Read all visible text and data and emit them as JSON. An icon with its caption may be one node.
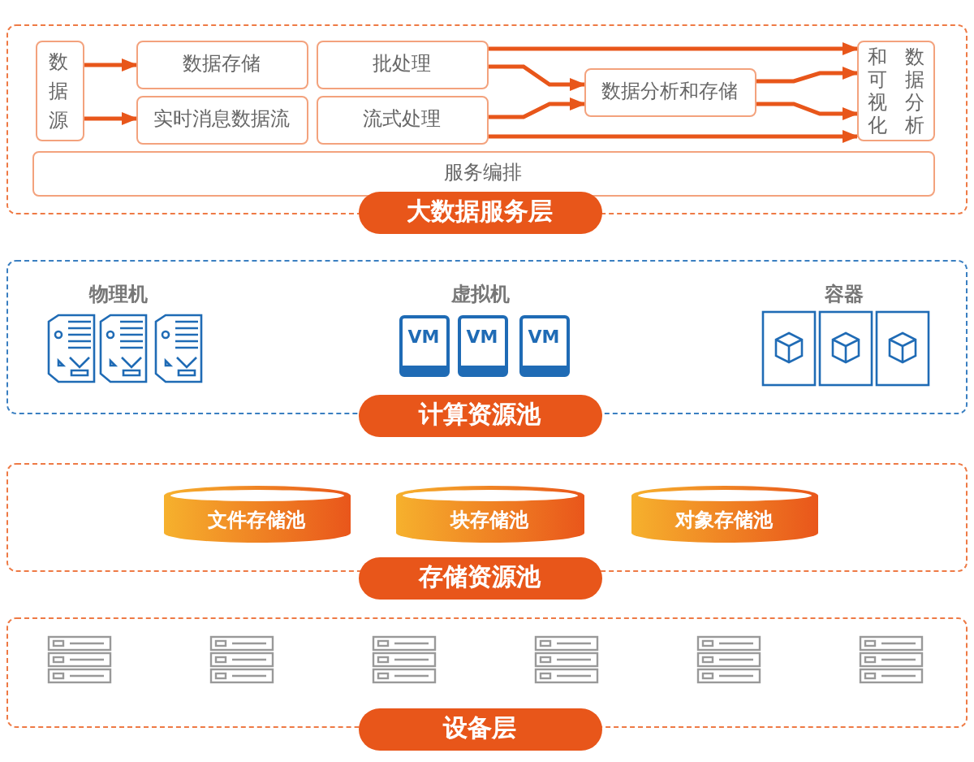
{
  "diagram": {
    "nodes": [
      {
        "text": [
          "大数据服务层"
        ]
      },
      {
        "text": [
          "数据源"
        ],
        "in": 0
      },
      {
        "text": [
          "数据存储"
        ],
        "in": 0
      },
      {
        "text": [
          "批处理"
        ],
        "in": 0
      },
      {
        "text": [
          "实时消息数据流"
        ],
        "in": 0
      },
      {
        "text": [
          "流式处理"
        ],
        "in": 0
      },
      {
        "text": [
          "数据分析和存储"
        ],
        "in": 0
      },
      {
        "text": [
          "数据分析和可视化"
        ],
        "in": 0
      },
      {
        "text": [
          "服务编排"
        ],
        "in": 0
      },
      {
        "text": [
          "计算资源池"
        ]
      },
      {
        "text": [
          "VM"
        ],
        "in": 9
      },
      {
        "text": [
          "VM"
        ],
        "in": 9
      },
      {
        "text": [
          "VM"
        ],
        "in": 9
      },
      {
        "text": [
          "存储资源池"
        ]
      },
      {
        "text": [
          "文件存储池"
        ],
        "in": 13
      },
      {
        "text": [
          "块存储池"
        ],
        "in": 13
      },
      {
        "text": [
          "对象存储池"
        ],
        "in": 13
      },
      {
        "text": [
          "设备层"
        ]
      }
    ],
    "edges": [
      {
        "from": 1,
        "to": 2,
        "arrow": "to"
      },
      {
        "from": 1,
        "to": 4,
        "arrow": "to"
      },
      {
        "from": 3,
        "to": 7,
        "arrow": "to"
      },
      {
        "from": 3,
        "to": 6,
        "arrow": "to"
      },
      {
        "from": 6,
        "to": 7,
        "arrow": "to"
      },
      {
        "from": 5,
        "to": 6,
        "arrow": "to"
      },
      {
        "from": 6,
        "to": 7,
        "arrow": "to"
      },
      {
        "from": 5,
        "to": 7,
        "arrow": "to"
      }
    ],
    "labels": [
      "物理机",
      "虚拟机",
      "容器"
    ]
  }
}
